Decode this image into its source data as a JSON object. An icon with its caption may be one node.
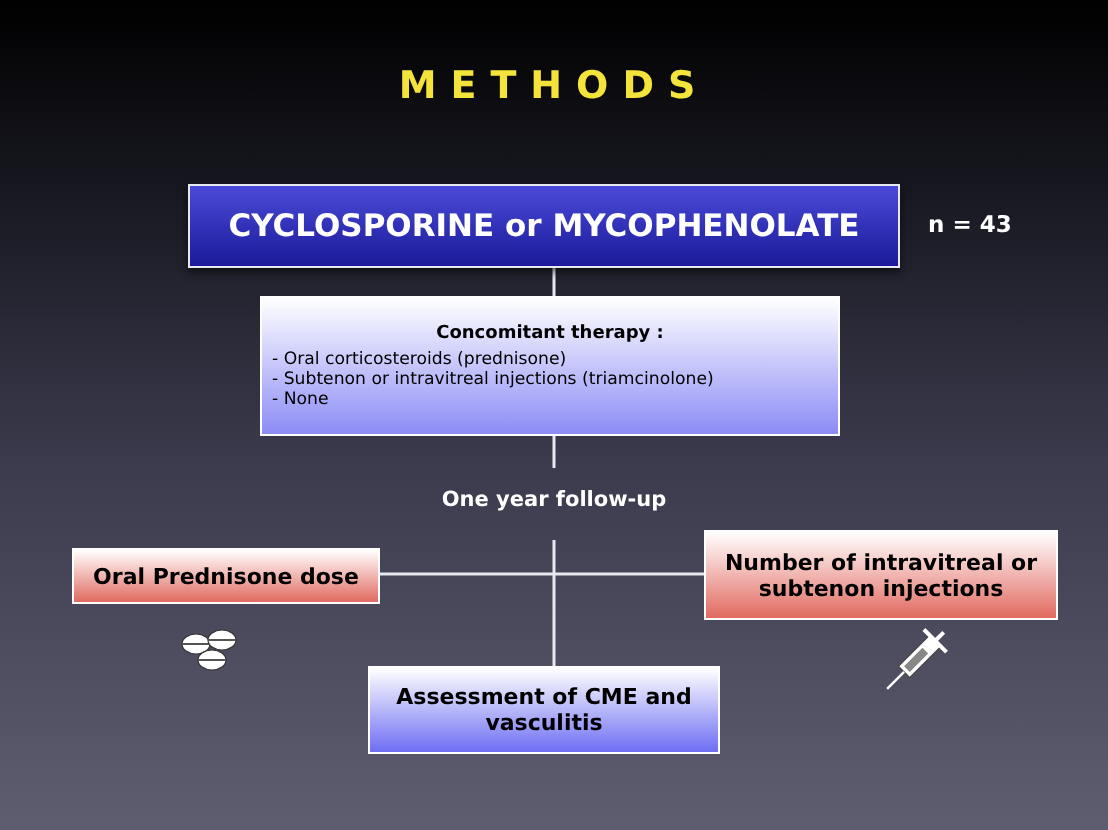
{
  "diagram": {
    "title": "METHODS",
    "nodes": [
      {
        "text": [
          "CYCLOSPORINE  or  MYCOPHENOLATE"
        ],
        "beside": [
          "n = 43"
        ]
      },
      {
        "text": [
          "Concomitant therapy :",
          "- Oral corticosteroids (prednisone)",
          "- Subtenon or intravitreal injections (triamcinolone)",
          "- None"
        ]
      },
      {
        "text": [
          "One year follow-up"
        ]
      },
      {
        "text": [
          "Oral Prednisone dose"
        ]
      },
      {
        "text": [
          "Number of intravitreal or subtenon injections"
        ]
      },
      {
        "text": [
          "Assessment of CME and vasculitis"
        ]
      }
    ],
    "edges": [
      {
        "from": 0,
        "to": 1,
        "arrow": "none"
      },
      {
        "from": 1,
        "to": 2,
        "arrow": "none"
      },
      {
        "from": 3,
        "to": 4,
        "arrow": "none"
      },
      {
        "from": 2,
        "to": 5,
        "arrow": "none"
      }
    ]
  }
}
